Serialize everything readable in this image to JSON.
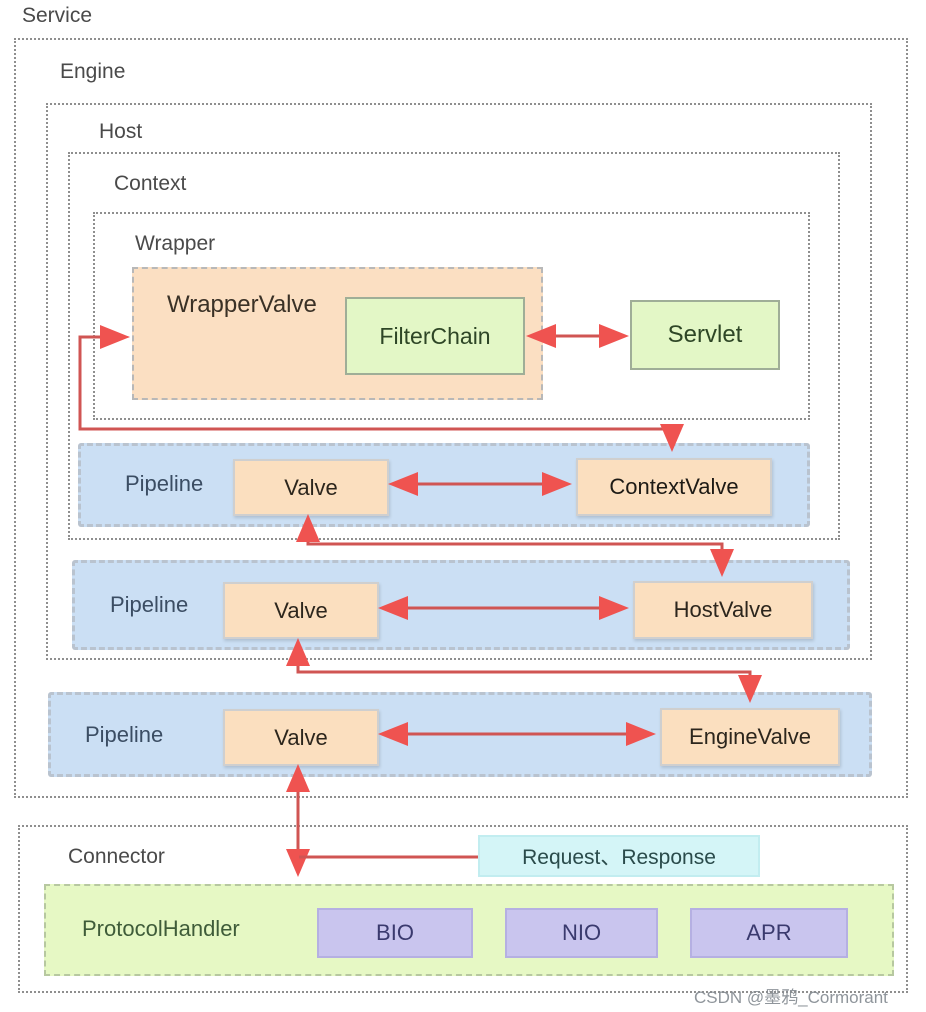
{
  "service": {
    "label": "Service"
  },
  "engine": {
    "label": "Engine"
  },
  "host": {
    "label": "Host"
  },
  "context": {
    "label": "Context"
  },
  "wrapper": {
    "label": "Wrapper"
  },
  "wrapper_valve": {
    "label": "WrapperValve",
    "filter_chain_label": "FilterChain"
  },
  "servlet": {
    "label": "Servlet"
  },
  "pipelines": [
    {
      "label": "Pipeline",
      "valve_label": "Valve",
      "basic_valve_label": "ContextValve"
    },
    {
      "label": "Pipeline",
      "valve_label": "Valve",
      "basic_valve_label": "HostValve"
    },
    {
      "label": "Pipeline",
      "valve_label": "Valve",
      "basic_valve_label": "EngineValve"
    }
  ],
  "connector": {
    "label": "Connector",
    "request_response_label": "Request、Response",
    "protocol_handler_label": "ProtocolHandler",
    "io_models": [
      "BIO",
      "NIO",
      "APR"
    ]
  },
  "watermark": "CSDN @墨鸦_Cormorant",
  "colors": {
    "arrow_red": "#ef5350",
    "pipeline_blue": "#cbdff4",
    "valve_peach": "#fbdfbf",
    "servlet_green": "#e3f7c6",
    "protocol_green": "#e6f8c4",
    "io_purple": "#c9c5ee",
    "request_cyan": "#d4f5f7",
    "dotted_border_gray": "#8f8f8f"
  },
  "connections": [
    "FilterChain ↔ Servlet",
    "WrapperValve ↔ ContextValve",
    "Context Pipeline Valve ↔ HostValve",
    "Host Pipeline Valve ↔ EngineValve",
    "Engine Pipeline Valve ↔ Connector ProtocolHandler",
    "Request、Response → Connector arrow"
  ]
}
